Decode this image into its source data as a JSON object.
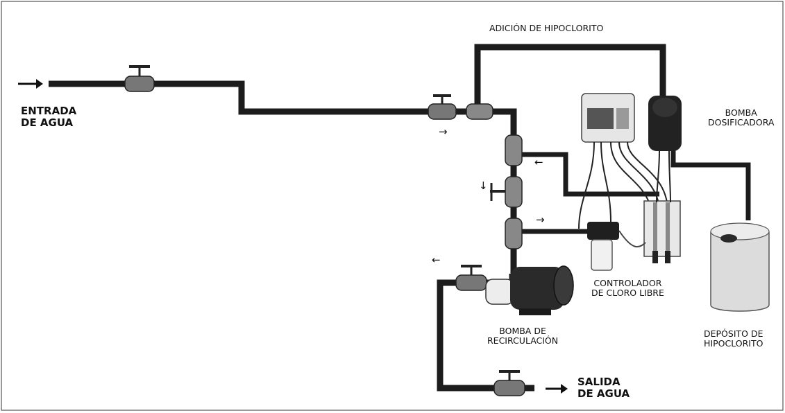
{
  "colors": {
    "pipe": "#1c1c1c",
    "frame": "#555555",
    "device_light": "#e6e6e6",
    "device_dark": "#2a2a2a",
    "tank": "#dcdcdc"
  },
  "labels": {
    "water_inlet": [
      "ENTRADA",
      "DE AGUA"
    ],
    "water_outlet": [
      "SALIDA",
      "DE AGUA"
    ],
    "hypochlorite_addition": "ADICIÓN DE HIPOCLORITO",
    "dosing_pump": [
      "BOMBA",
      "DOSIFICADORA"
    ],
    "chlorine_controller": [
      "CONTROLADOR",
      "DE CLORO LIBRE"
    ],
    "recirculation_pump": [
      "BOMBA DE",
      "RECIRCULACIÓN"
    ],
    "hypochlorite_tank": [
      "DEPÓSITO DE",
      "HIPOCLORITO"
    ]
  },
  "flow_arrows": {
    "inlet": "→",
    "outlet": "→",
    "into_loop": "→",
    "return_loop": "←",
    "feed_loop": "→",
    "down": "↓",
    "recirc": "←"
  }
}
